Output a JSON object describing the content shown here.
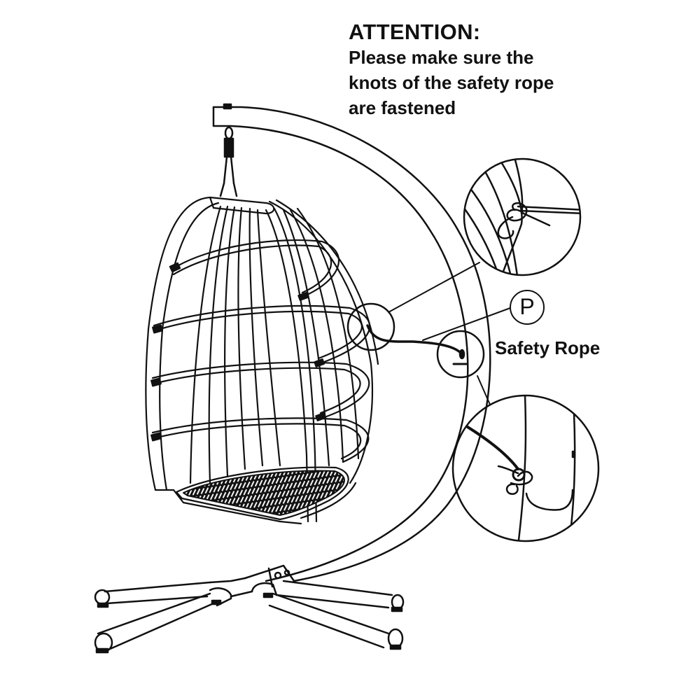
{
  "attention": {
    "title": "ATTENTION:",
    "lines": [
      "Please make sure the",
      "knots of the safety rope",
      "are fastened"
    ]
  },
  "callouts": {
    "part_letter": "P",
    "part_name": "Safety Rope"
  },
  "diagram": {
    "subject": "hanging egg chair with C-stand",
    "details": [
      {
        "name": "knot-detail-top",
        "description": "safety rope knot tied around chair frame"
      },
      {
        "name": "knot-detail-bottom",
        "description": "safety rope knot fastened at stand eyelet"
      }
    ],
    "stroke_color": "#111111",
    "background_color": "#ffffff"
  }
}
